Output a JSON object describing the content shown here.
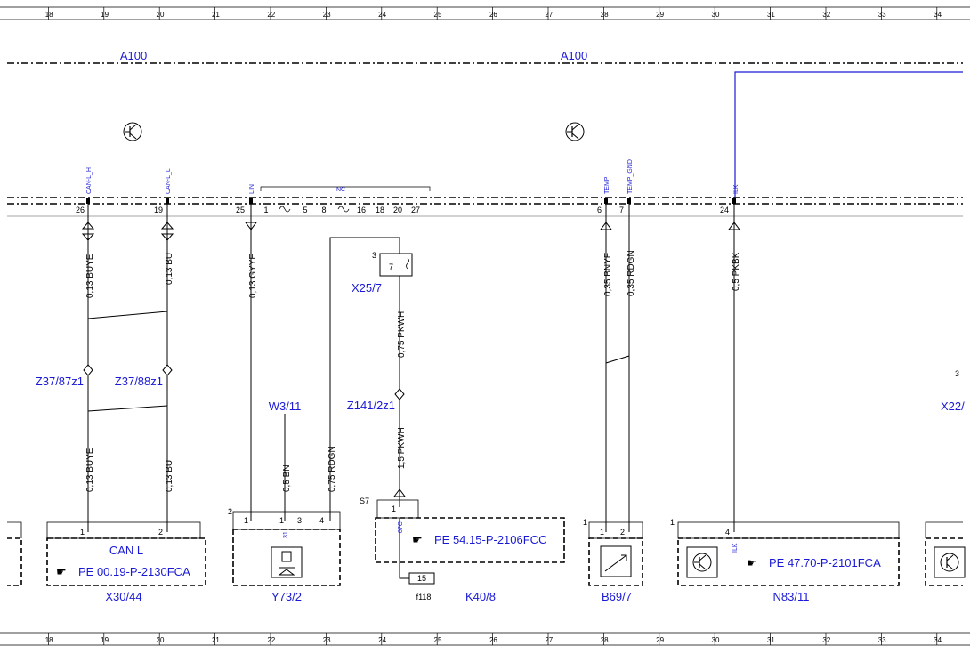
{
  "ruler": [
    "18",
    "19",
    "20",
    "21",
    "22",
    "23",
    "24",
    "25",
    "26",
    "27",
    "28",
    "29",
    "30",
    "31",
    "32",
    "33",
    "34"
  ],
  "module": {
    "left_label": "A100",
    "right_label": "A100"
  },
  "module_pins": [
    {
      "num": "26",
      "name": "CAN-L_H"
    },
    {
      "num": "19",
      "name": "CAN-L_L"
    },
    {
      "num": "25",
      "name": "LIN"
    },
    {
      "num": "6",
      "name": "TEMP"
    },
    {
      "num": "7",
      "name": "TEMP_GND"
    },
    {
      "num": "24",
      "name": "ILK"
    }
  ],
  "nc_group": {
    "label": "NC",
    "pins": [
      "1",
      "5",
      "8",
      "16",
      "18",
      "20",
      "27"
    ]
  },
  "wires": [
    {
      "id": "w1",
      "upper": "0,13 BUYE",
      "lower": "0,13 BUYE"
    },
    {
      "id": "w2",
      "upper": "0,13 BU",
      "lower": "0,13 BU"
    },
    {
      "id": "w3",
      "upper": "0,13 GYYE"
    },
    {
      "id": "w4",
      "upper": "0,75 PKWH",
      "lower": "1,5 PKWH"
    },
    {
      "id": "w5",
      "upper": "0,35 BNYE"
    },
    {
      "id": "w6",
      "upper": "0,35 RDGN"
    },
    {
      "id": "w7",
      "upper": "0,5 PKBK"
    },
    {
      "id": "w8",
      "upper": "0,5 BN"
    },
    {
      "id": "w9",
      "upper": "0,75 RDGN"
    }
  ],
  "splices": [
    "Z37/87z1",
    "Z37/88z1",
    "Z141/2z1"
  ],
  "connectors": {
    "x25": "X25/7",
    "x25_pin_a": "3",
    "x25_pin_b": "7",
    "w3": "W3/11",
    "x22": "X22/",
    "x22_pin": "3"
  },
  "components": [
    {
      "id": "X30/44",
      "title": "CAN L",
      "ref": "PE 00.19-P-2130FCA",
      "pins": [
        "1",
        "2"
      ]
    },
    {
      "id": "Y73/2",
      "pins": [
        "2",
        "1",
        "1",
        "3",
        "4"
      ],
      "pin_sub": "31"
    },
    {
      "id": "K40/8",
      "ref": "PE 54.15-P-2106FCC",
      "pins": [
        "1"
      ],
      "pin_sub": "87C",
      "fuse": "15",
      "fuse_label": "f118",
      "splice_label": "S7"
    },
    {
      "id": "B69/7",
      "pins": [
        "1",
        "1",
        "2"
      ]
    },
    {
      "id": "N83/11",
      "ref": "PE 47.70-P-2101FCA",
      "pins": [
        "1",
        "4"
      ],
      "pin_sub": "ILK"
    }
  ],
  "colors": {
    "blue": "#1a1ad6",
    "wire": "#000000",
    "panel": "#000000"
  }
}
